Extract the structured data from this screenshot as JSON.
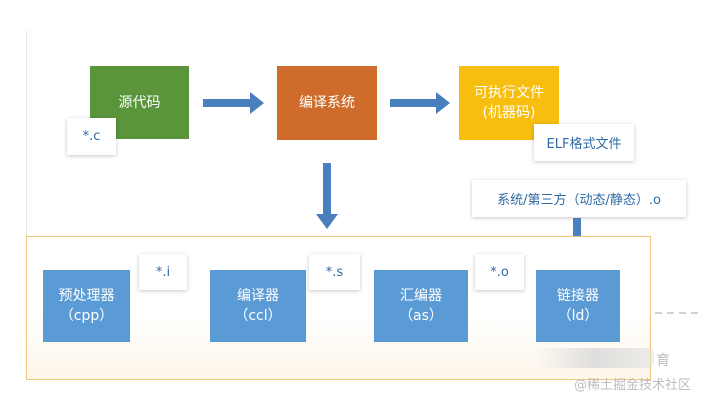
{
  "colors": {
    "green": "#5a943b",
    "orange": "#cf6c2c",
    "yellow": "#f7be10",
    "blue": "#5b9bd5",
    "arrow": "#4a7fbe",
    "frame": "#f0c57c"
  },
  "top": {
    "source": {
      "label": "源代码",
      "note": "*.c"
    },
    "compile_system": {
      "label": "编译系统"
    },
    "executable": {
      "line1": "可执行文件",
      "line2": "(机器码)",
      "note": "ELF格式文件"
    },
    "libraries_note": "系统/第三方（动态/静态）.o"
  },
  "pipeline": {
    "preprocessor": {
      "line1": "预处理器",
      "line2": "（cpp）"
    },
    "compiler": {
      "line1": "编译器",
      "line2": "（ccl）"
    },
    "assembler": {
      "line1": "汇编器",
      "line2": "（as）"
    },
    "linker": {
      "line1": "链接器",
      "line2": "（ld）"
    },
    "notes": [
      "*.i",
      "*.s",
      "*.o"
    ]
  },
  "watermark": {
    "partial": "育",
    "credit": "@稀土掘金技术社区"
  }
}
